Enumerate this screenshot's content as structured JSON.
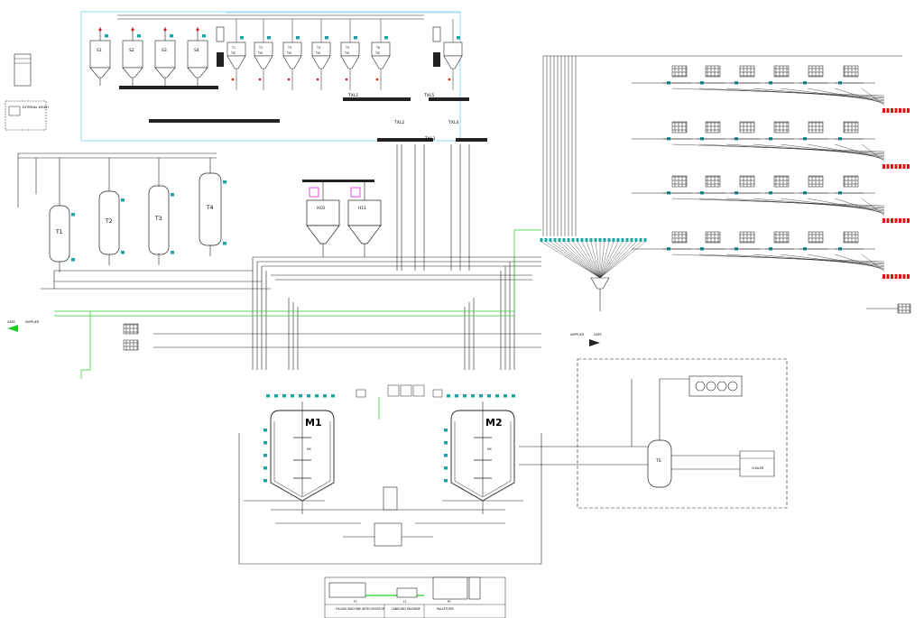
{
  "silos": [
    "S1",
    "S2",
    "S3",
    "S4"
  ],
  "hoppers": [
    "T1",
    "T2",
    "T3",
    "T4",
    "T5",
    "T6"
  ],
  "hopper_tags": [
    "TIS",
    "TIS",
    "TIS",
    "TIS",
    "TIS",
    "TIS"
  ],
  "tanks": [
    "T1",
    "T2",
    "T3",
    "T4"
  ],
  "mixers": [
    "M1",
    "M2"
  ],
  "mixer_tags": [
    "MC",
    "MC"
  ],
  "weigh_hoppers": [
    "H10",
    "H11"
  ],
  "conveyors": [
    "TXL1",
    "TXL2",
    "TXL3",
    "TXL4",
    "TXL5"
  ],
  "supplier_label": "SUPPLIER",
  "supplier_right_label": "SUPPLIER",
  "gaps_label": "GAPS",
  "external_label": "EXTERNAL WEIGH",
  "buffer_tank": "TS",
  "chiller_label": "CHILLER",
  "filling_machine": "FILLING MACHINE WITH DOSATOR",
  "labeling_machine": "LABELING MACHINE",
  "palletizer": "PALLETIZER",
  "line_labels": [
    "F1",
    "L1",
    "P1"
  ],
  "colors": {
    "line": "#222222",
    "teal": "#1aa6a6",
    "red": "#e01010",
    "magenta": "#e020e0",
    "green": "#22cc22",
    "lightblue": "#66c8e8",
    "grey": "#7a7a7a"
  }
}
